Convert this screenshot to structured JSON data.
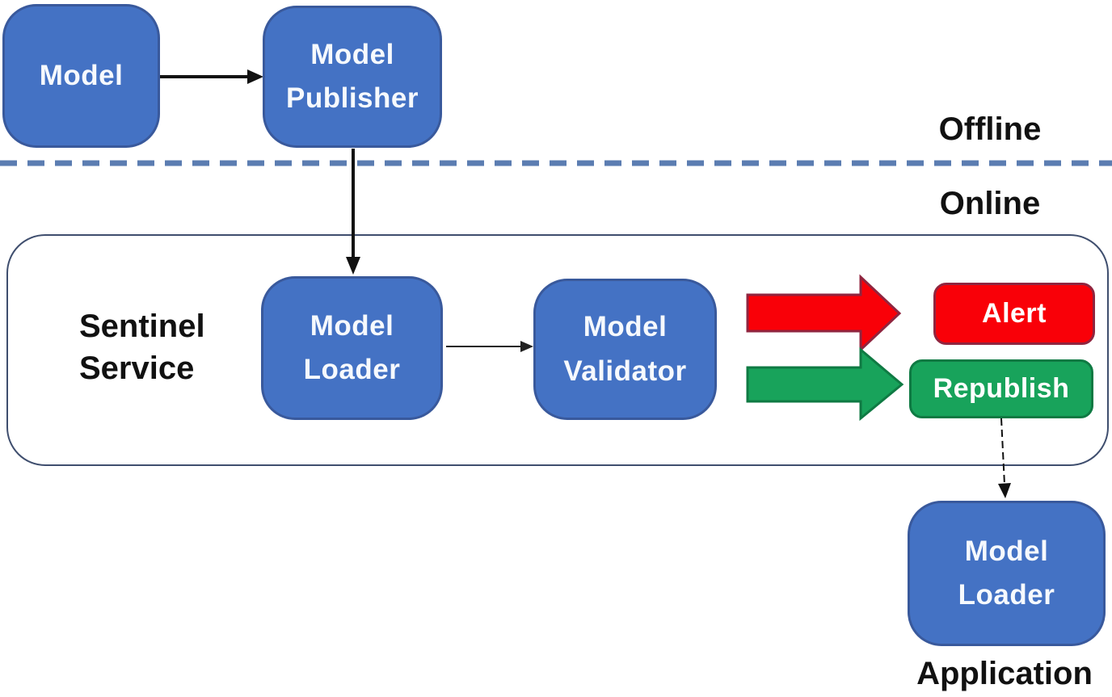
{
  "regions": {
    "offline": {
      "label": "Offline"
    },
    "online": {
      "label": "Online"
    },
    "sentinel_service": {
      "label": "Sentinel\nService"
    },
    "application": {
      "label": "Application"
    }
  },
  "nodes": {
    "model": {
      "label": "Model"
    },
    "model_publisher": {
      "label": "Model\nPublisher"
    },
    "model_loader": {
      "label": "Model\nLoader"
    },
    "model_validator": {
      "label": "Model\nValidator"
    },
    "alert": {
      "label": "Alert"
    },
    "republish": {
      "label": "Republish"
    },
    "application_model_loader": {
      "label": "Model\nLoader"
    }
  },
  "connections": [
    {
      "from": "Model",
      "to": "Model Publisher",
      "style": "solid-black-arrow"
    },
    {
      "from": "Model Publisher",
      "to": "Model Loader (Sentinel Service)",
      "style": "solid-black-arrow"
    },
    {
      "from": "Model Loader",
      "to": "Model Validator",
      "style": "thin-black-arrow"
    },
    {
      "from": "Model Validator",
      "to": "Alert",
      "style": "red-block-arrow"
    },
    {
      "from": "Model Validator",
      "to": "Republish",
      "style": "green-block-arrow"
    },
    {
      "from": "Republish",
      "to": "Model Loader (Application)",
      "style": "dashed-black-arrow"
    },
    {
      "from": "Offline region",
      "to": "Online region",
      "style": "blue-dashed-divider"
    }
  ],
  "colors": {
    "node_blue": "#4472c4",
    "node_blue_border": "#39599c",
    "alert_red": "#f90008",
    "alert_red_border": "#90253f",
    "republish_green": "#18a35b",
    "republish_green_border": "#0f7a43",
    "divider_blue": "#5b7db1",
    "container_border": "#3f4e6e",
    "arrow_black": "#111111",
    "label_black": "#111111",
    "node_text": "#f6f9fd"
  }
}
